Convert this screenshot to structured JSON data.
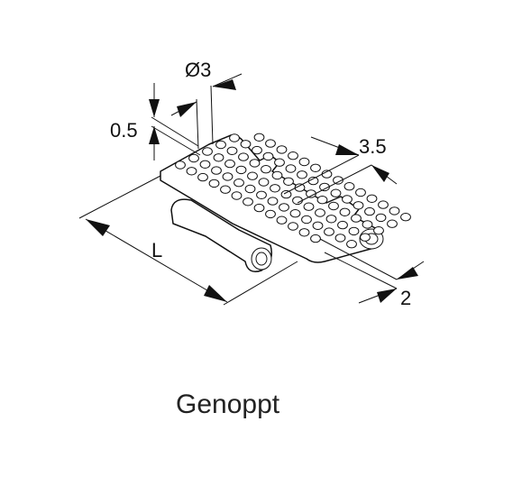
{
  "dimensions": {
    "diameter": "Ø3",
    "thickness": "0.5",
    "pitch": "3.5",
    "gap": "2",
    "length": "L"
  },
  "caption": "Genoppt"
}
